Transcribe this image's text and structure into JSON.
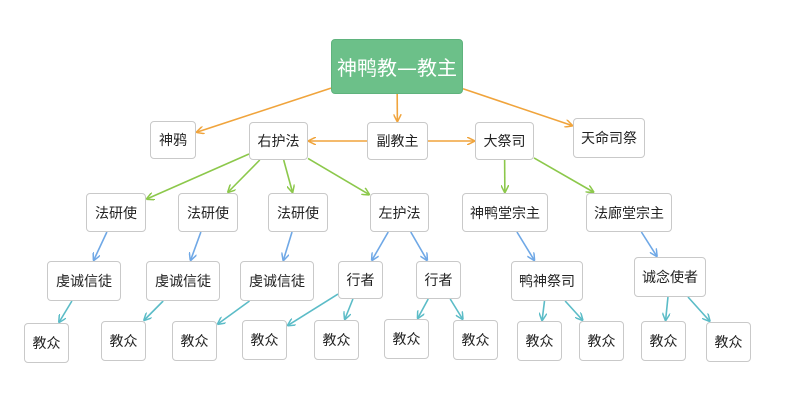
{
  "colors": {
    "root_fill": "#6cc089",
    "edge_level1": "#f0a43c",
    "edge_level2": "#8cc84b",
    "edge_level3": "#6fa8e6",
    "edge_level4": "#5bbcc7"
  },
  "nodes": {
    "root": "神鸭教—教主",
    "shenya": "神鸦",
    "youhufa": "右护法",
    "fujiaozhu": "副教主",
    "daji": "大祭司",
    "tianming": "天命司祭",
    "fayan1": "法研使",
    "fayan2": "法研使",
    "fayan3": "法研使",
    "zuohufa": "左护法",
    "shenyatang": "神鸭堂宗主",
    "falangtang": "法廊堂宗主",
    "qiancheng1": "虔诚信徒",
    "qiancheng2": "虔诚信徒",
    "qiancheng3": "虔诚信徒",
    "xingzhe1": "行者",
    "xingzhe2": "行者",
    "yashen": "鸭神祭司",
    "chengnian": "诚念使者",
    "jz1": "教众",
    "jz2": "教众",
    "jz3": "教众",
    "jz4": "教众",
    "jz5": "教众",
    "jz6": "教众",
    "jz7": "教众",
    "jz8": "教众",
    "jz9": "教众",
    "jz10": "教众",
    "jz11": "教众"
  },
  "edges": [
    [
      "root",
      "shenya",
      "edge_level1"
    ],
    [
      "root",
      "fujiaozhu",
      "edge_level1"
    ],
    [
      "root",
      "tianming",
      "edge_level1"
    ],
    [
      "fujiaozhu",
      "youhufa",
      "edge_level1"
    ],
    [
      "fujiaozhu",
      "daji",
      "edge_level1"
    ],
    [
      "youhufa",
      "fayan1",
      "edge_level2"
    ],
    [
      "youhufa",
      "fayan2",
      "edge_level2"
    ],
    [
      "youhufa",
      "fayan3",
      "edge_level2"
    ],
    [
      "youhufa",
      "zuohufa",
      "edge_level2"
    ],
    [
      "daji",
      "shenyatang",
      "edge_level2"
    ],
    [
      "daji",
      "falangtang",
      "edge_level2"
    ],
    [
      "fayan1",
      "qiancheng1",
      "edge_level3"
    ],
    [
      "fayan2",
      "qiancheng2",
      "edge_level3"
    ],
    [
      "fayan3",
      "qiancheng3",
      "edge_level3"
    ],
    [
      "zuohufa",
      "xingzhe1",
      "edge_level3"
    ],
    [
      "zuohufa",
      "xingzhe2",
      "edge_level3"
    ],
    [
      "shenyatang",
      "yashen",
      "edge_level3"
    ],
    [
      "falangtang",
      "chengnian",
      "edge_level3"
    ],
    [
      "qiancheng1",
      "jz1",
      "edge_level4"
    ],
    [
      "qiancheng2",
      "jz2",
      "edge_level4"
    ],
    [
      "qiancheng3",
      "jz3",
      "edge_level4"
    ],
    [
      "xingzhe1",
      "jz4",
      "edge_level4"
    ],
    [
      "xingzhe1",
      "jz5",
      "edge_level4"
    ],
    [
      "xingzhe2",
      "jz6",
      "edge_level4"
    ],
    [
      "xingzhe2",
      "jz7",
      "edge_level4"
    ],
    [
      "yashen",
      "jz8",
      "edge_level4"
    ],
    [
      "yashen",
      "jz9",
      "edge_level4"
    ],
    [
      "chengnian",
      "jz10",
      "edge_level4"
    ],
    [
      "chengnian",
      "jz11",
      "edge_level4"
    ]
  ]
}
